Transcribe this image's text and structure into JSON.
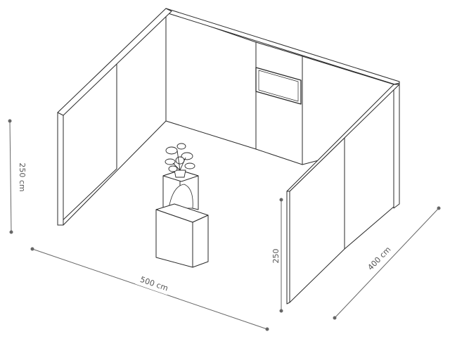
{
  "dimensions": {
    "height_label": "250 cm",
    "front_height_label": "250",
    "width_label": "500 cm",
    "depth_label": "400 cm"
  },
  "colors": {
    "line": "#2a2a2a",
    "wall_fill": "#ffffff",
    "dim_line": "#666666",
    "dim_text": "#555555"
  }
}
